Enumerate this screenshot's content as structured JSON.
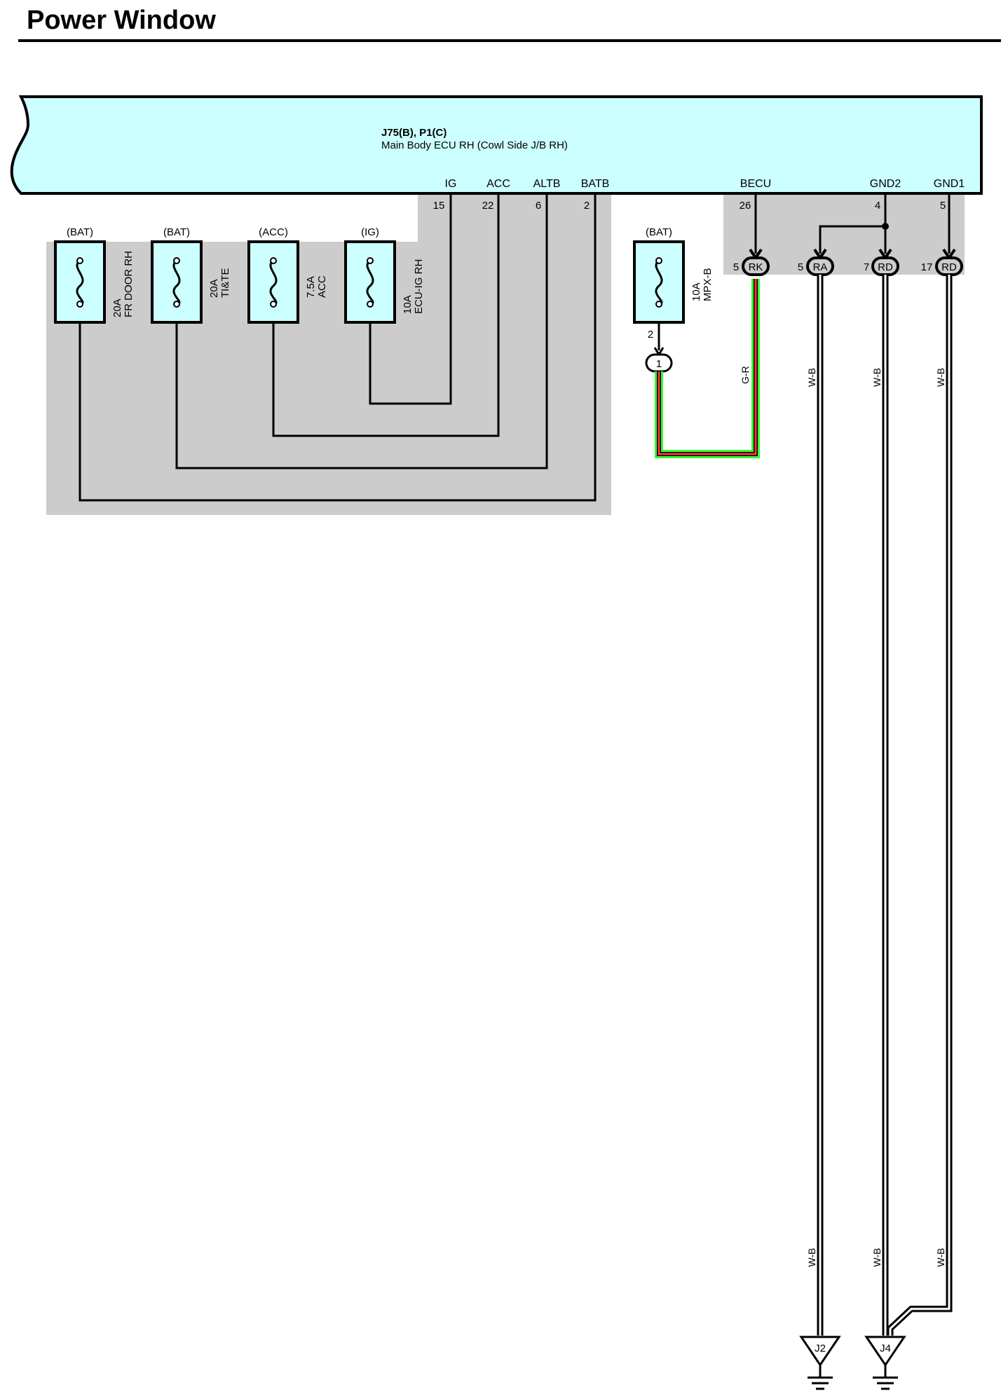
{
  "page": {
    "title": "Power Window"
  },
  "ecu": {
    "title": "J75(B), P1(C)",
    "subtitle": "Main Body ECU RH (Cowl Side J/B RH)",
    "fill_color": "#ccffff",
    "pins": [
      {
        "name": "IG",
        "number": "15"
      },
      {
        "name": "ACC",
        "number": "22"
      },
      {
        "name": "ALTB",
        "number": "6"
      },
      {
        "name": "BATB",
        "number": "2"
      },
      {
        "name": "BECU",
        "number": "26"
      },
      {
        "name": "GND2",
        "number": "4"
      },
      {
        "name": "GND1",
        "number": "5"
      }
    ]
  },
  "fuses": [
    {
      "source": "(BAT)",
      "rating": "20A",
      "name": "FR DOOR RH"
    },
    {
      "source": "(BAT)",
      "rating": "20A",
      "name": "TI&TE"
    },
    {
      "source": "(ACC)",
      "rating": "7.5A",
      "name": "ACC"
    },
    {
      "source": "(IG)",
      "rating": "10A",
      "name": "ECU-IG RH"
    },
    {
      "source": "(BAT)",
      "rating": "10A",
      "name": "MPX-B"
    }
  ],
  "connectors": [
    {
      "id": "RK",
      "pin": "5"
    },
    {
      "id": "RA",
      "pin": "5"
    },
    {
      "id": "RD",
      "pin": "7"
    },
    {
      "id": "RD",
      "pin": "17"
    },
    {
      "id": "1",
      "pin": "2"
    }
  ],
  "wires": {
    "becu_color_code": "G-R",
    "ground_color_code": "W-B",
    "green": "#33ff33",
    "red": "#ff3333"
  },
  "grounds": [
    {
      "id": "J2"
    },
    {
      "id": "J4"
    }
  ],
  "colors": {
    "internal_area": "#cccccc",
    "ecu_fill": "#ccffff",
    "fuse_fill": "#ccffff"
  }
}
